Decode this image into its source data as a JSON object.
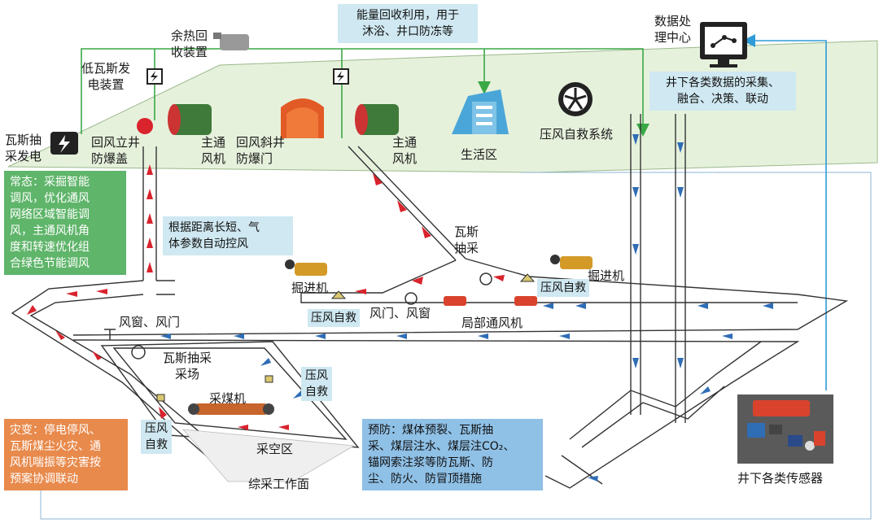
{
  "labels": {
    "waste_heat": [
      "余热回",
      "收装置"
    ],
    "low_gas_power": [
      "低瓦斯发",
      "电装置"
    ],
    "gas_drainage_power": [
      "瓦斯抽",
      "采发电"
    ],
    "return_shaft": [
      "回风立井",
      "防爆盖"
    ],
    "main_fan_left": [
      "主通",
      "风机"
    ],
    "return_incline": [
      "回风斜井",
      "防爆门"
    ],
    "main_fan_right": [
      "主通",
      "风机"
    ],
    "living_area": "生活区",
    "compressed_air_system": "压风自救系统",
    "data_center": [
      "数据处",
      "理中心"
    ],
    "gas_drainage": [
      "瓦斯",
      "抽采"
    ],
    "roadheader_left": "掘进机",
    "roadheader_right": "掘进机",
    "compressed_rescue_1": "压风自救",
    "compressed_rescue_2": "压风自救",
    "compressed_rescue_3": [
      "压风",
      "自救"
    ],
    "compressed_rescue_4": [
      "压风",
      "自救"
    ],
    "air_door_window": "风门、风窗",
    "local_fan": "局部通风机",
    "window_door": "风窗、风门",
    "gas_drainage_area": [
      "瓦斯抽采",
      "采场"
    ],
    "shearer": "采煤机",
    "goaf": "采空区",
    "working_face": "综采工作面",
    "sensors": "井下各类传感器"
  },
  "boxes": {
    "energy_recovery": [
      "能量回收利用，用于",
      "沐浴、井口防冻等"
    ],
    "data_collection": [
      "井下各类数据的采集、",
      "融合、决策、联动"
    ],
    "normal_state": [
      "常态：采掘智能",
      "调风，优化通风",
      "网络区域智能调",
      "风，主通风机角",
      "度和转速优化组",
      "合绿色节能调风"
    ],
    "auto_control": [
      "根据距离长短、气",
      "体参数自动控风"
    ],
    "disaster": [
      "灾变：停电停风、",
      "瓦斯煤尘火灾、通",
      "风机喘振等灾害按",
      "预案协调联动"
    ],
    "prevention": [
      "预防：煤体预裂、瓦斯抽",
      "采、煤层注水、煤层注CO₂、",
      "锚网索注浆等防瓦斯、防",
      "尘、防火、防冒顶措施"
    ]
  },
  "colors": {
    "surface_fill": "#e6f1dc",
    "intake_arrow": "#2f6db5",
    "return_arrow": "#d9232d",
    "energy_line": "#3aa845",
    "data_line": "#2f9bd6"
  }
}
